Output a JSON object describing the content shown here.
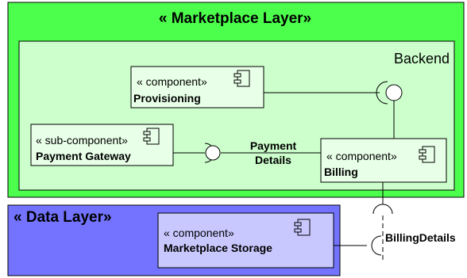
{
  "marketplace_layer": {
    "title": "« Marketplace Layer»"
  },
  "backend": {
    "label": "Backend",
    "provisioning": {
      "stereotype": "« component»",
      "name": "Provisioning"
    },
    "payment_gateway": {
      "stereotype": "« sub-component»",
      "name": "Payment Gateway"
    },
    "billing": {
      "stereotype": "« component»",
      "name": "Billing"
    },
    "payment_details_label": {
      "line1": "Payment",
      "line2": "Details"
    }
  },
  "data_layer": {
    "title": "« Data Layer»",
    "storage": {
      "stereotype": "« component»",
      "name": "Marketplace Storage"
    }
  },
  "billing_details_label": "BillingDetails",
  "colors": {
    "marketplace_fill": "#4CFF4C",
    "backend_fill": "#CCFFCC",
    "component_fill": "#E8FFE8",
    "data_layer_fill": "#7373FF",
    "storage_fill": "#C8C8FF",
    "line": "#000000"
  }
}
